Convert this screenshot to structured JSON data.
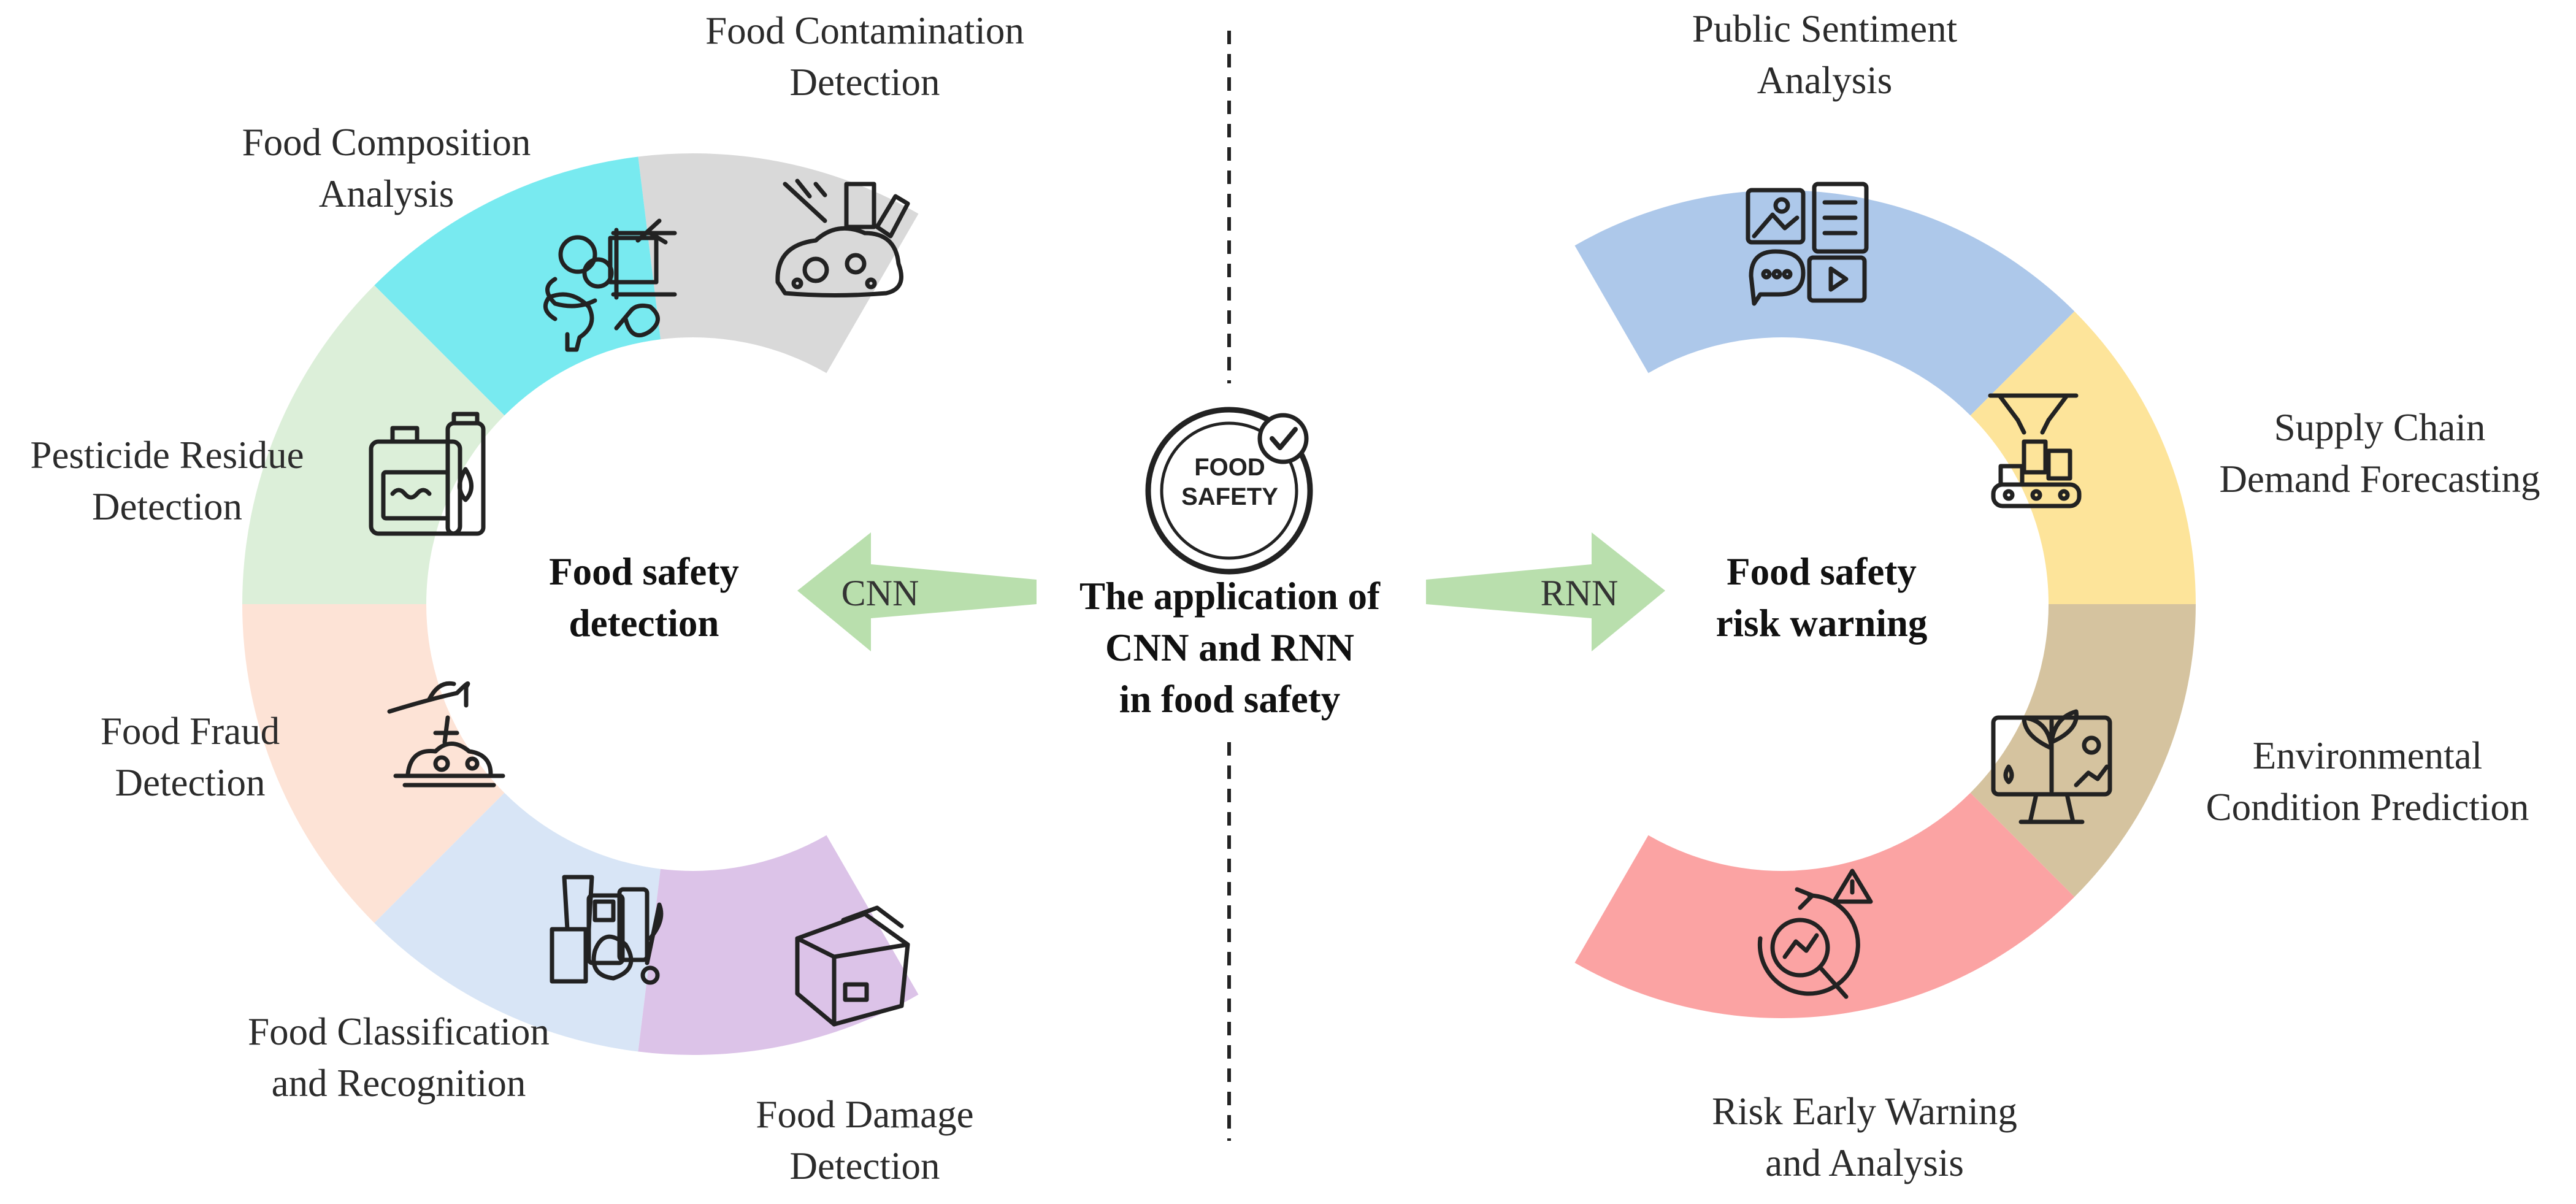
{
  "center": {
    "logo_line1": "FOOD",
    "logo_line2": "SAFETY",
    "title_line1": "The application of",
    "title_line2": "CNN and RNN",
    "title_line3": "in food safety"
  },
  "left": {
    "hub_line1": "Food safety",
    "hub_line2": "detection",
    "arrow_label": "CNN",
    "segments": [
      {
        "label_line1": "Food Contamination",
        "label_line2": "Detection",
        "color": "#d9d9d9",
        "icon": "contamination-icon"
      },
      {
        "label_line1": "Food Composition",
        "label_line2": "Analysis",
        "color": "#78eaf0",
        "icon": "composition-icon"
      },
      {
        "label_line1": "Pesticide Residue",
        "label_line2": "Detection",
        "color": "#dcefd9",
        "icon": "pesticide-icon"
      },
      {
        "label_line1": "Food Fraud",
        "label_line2": "Detection",
        "color": "#fde3d6",
        "icon": "fraud-icon"
      },
      {
        "label_line1": "Food Classification",
        "label_line2": "and Recognition",
        "color": "#d8e5f6",
        "icon": "classification-icon"
      },
      {
        "label_line1": "Food Damage",
        "label_line2": "Detection",
        "color": "#dcc3e8",
        "icon": "damage-icon"
      }
    ]
  },
  "right": {
    "hub_line1": "Food safety",
    "hub_line2": "risk warning",
    "arrow_label": "RNN",
    "segments": [
      {
        "label_line1": "Public Sentiment",
        "label_line2": "Analysis",
        "color": "#adc8ea",
        "icon": "sentiment-icon"
      },
      {
        "label_line1": "Supply Chain",
        "label_line2": "Demand Forecasting",
        "color": "#fde49a",
        "icon": "supply-chain-icon"
      },
      {
        "label_line1": "Environmental",
        "label_line2": "Condition Prediction",
        "color": "#d5c39f",
        "icon": "environment-icon"
      },
      {
        "label_line1": "Risk Early Warning",
        "label_line2": "and Analysis",
        "color": "#fba3a3",
        "icon": "risk-warning-icon"
      }
    ]
  },
  "colors": {
    "arrow": "#b9dfad",
    "divider": "#222222",
    "icon_stroke": "#222222"
  }
}
